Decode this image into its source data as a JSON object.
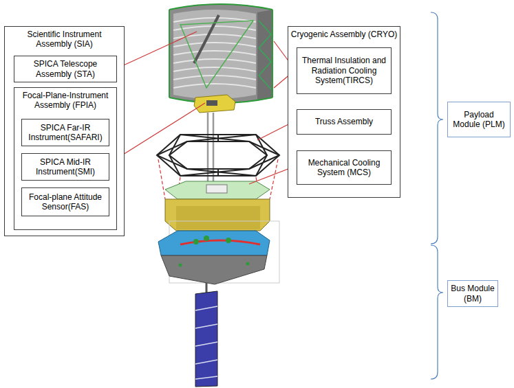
{
  "diagram": {
    "nodes": [
      {
        "text": [
          "Scientific Instrument Assembly (SIA)"
        ]
      },
      {
        "text": [
          "SPICA Telescope Assembly (STA)"
        ],
        "in": 0
      },
      {
        "text": [
          "Focal-Plane-Instrument Assembly (FPIA)"
        ],
        "in": 0
      },
      {
        "text": [
          "SPICA Far-IR Instrument(SAFARI)"
        ],
        "in": 2
      },
      {
        "text": [
          "SPICA Mid-IR Instrument(SMI)"
        ],
        "in": 2
      },
      {
        "text": [
          "Focal-plane Attitude Sensor(FAS)"
        ],
        "in": 2
      },
      {
        "text": [
          "Cryogenic Assembly (CRYO)"
        ]
      },
      {
        "text": [
          "Thermal Insulation and Radiation Cooling System(TIRCS)"
        ],
        "in": 6
      },
      {
        "text": [
          "Truss Assembly"
        ],
        "in": 6
      },
      {
        "text": [
          "Mechanical Cooling System (MCS)"
        ],
        "in": 6
      },
      {
        "text": [
          "Payload Module (PLM)"
        ]
      },
      {
        "text": [
          "Bus Module (BM)"
        ]
      }
    ]
  }
}
